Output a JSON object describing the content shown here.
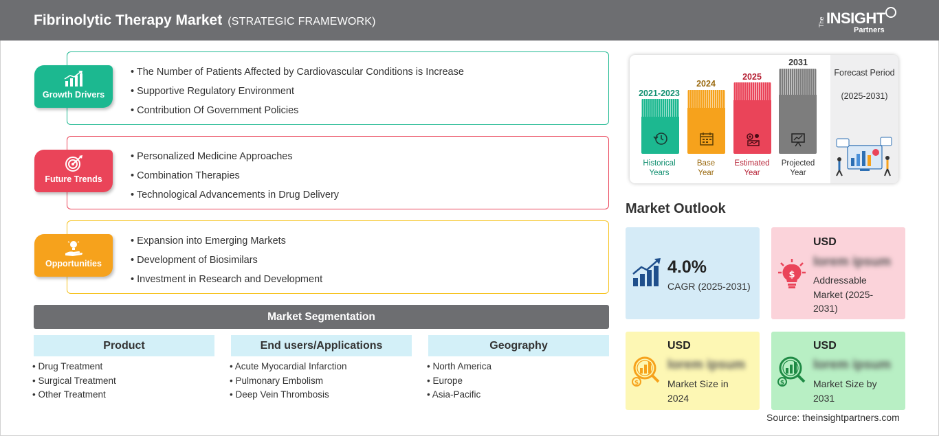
{
  "header": {
    "title": "Fibrinolytic Therapy Market",
    "subtitle": "(STRATEGIC FRAMEWORK)"
  },
  "logo": {
    "the": "The",
    "insight": "INSIGHT",
    "partners": "Partners"
  },
  "sections": [
    {
      "label": "Growth Drivers",
      "icon": "bar-chart-growth-icon",
      "color": "#1cb890",
      "items": [
        "The Number of Patients Affected by Cardiovascular Conditions is Increase",
        "Supportive Regulatory Environment",
        "Contribution Of Government Policies"
      ]
    },
    {
      "label": "Future Trends",
      "icon": "target-icon",
      "color": "#ea4459",
      "items": [
        "Personalized Medicine Approaches",
        "Combination Therapies",
        "Technological Advancements in Drug Delivery"
      ]
    },
    {
      "label": "Opportunities",
      "icon": "hand-lightbulb-icon",
      "color": "#f6a21c",
      "items": [
        "Expansion into Emerging Markets",
        "Development of Biosimilars",
        "Investment in Research and Development"
      ]
    }
  ],
  "segmentation": {
    "title": "Market Segmentation",
    "columns": [
      {
        "title": "Product",
        "items": [
          "Drug Treatment",
          "Surgical Treatment",
          "Other Treatment"
        ]
      },
      {
        "title": "End users/Applications",
        "items": [
          "Acute Myocardial Infarction",
          "Pulmonary Embolism",
          "Deep Vein Thrombosis"
        ]
      },
      {
        "title": "Geography",
        "items": [
          "North America",
          "Europe",
          "Asia-Pacific"
        ]
      }
    ]
  },
  "timeline": {
    "bars": [
      {
        "year": "2021-2023",
        "label1": "Historical",
        "label2": "Years",
        "color": "#1cb890",
        "year_color": "#0f8e6f",
        "label_color": "#0f8e6f",
        "icon": "history-clock-icon"
      },
      {
        "year": "2024",
        "label1": "Base",
        "label2": "Year",
        "color": "#f6a21c",
        "year_color": "#9a6a10",
        "label_color": "#9a6a10",
        "icon": "calendar-icon"
      },
      {
        "year": "2025",
        "label1": "Estimated",
        "label2": "Year",
        "color": "#ea4459",
        "year_color": "#b51f33",
        "label_color": "#b51f33",
        "icon": "settings-chart-icon"
      },
      {
        "year": "2031",
        "label1": "Projected",
        "label2": "Year",
        "color": "#7d7d7d",
        "year_color": "#333333",
        "label_color": "#333333",
        "icon": "presentation-icon"
      }
    ],
    "forecast_title": "Forecast Period",
    "forecast_period": "(2025-2031)"
  },
  "outlook": {
    "title": "Market Outlook",
    "cagr": {
      "value": "4.0%",
      "label": "CAGR (2025-2031)",
      "color": "#d5ebf7",
      "icon": "growth-chart-icon"
    },
    "addressable": {
      "currency": "USD",
      "value": "lorem ipsum",
      "label": "Addressable Market (2025-2031)",
      "color": "#fbd3da",
      "icon": "lightbulb-dollar-icon"
    },
    "size_2024": {
      "currency": "USD",
      "value": "lorem ipsum",
      "label": "Market Size in 2024",
      "color": "#fdf7b4",
      "icon": "magnifier-chart-icon"
    },
    "size_2031": {
      "currency": "USD",
      "value": "lorem ipsum",
      "label": "Market Size by 2031",
      "color": "#b8efc4",
      "icon": "magnifier-chart-icon"
    }
  },
  "source": "Source: theinsightpartners.com"
}
